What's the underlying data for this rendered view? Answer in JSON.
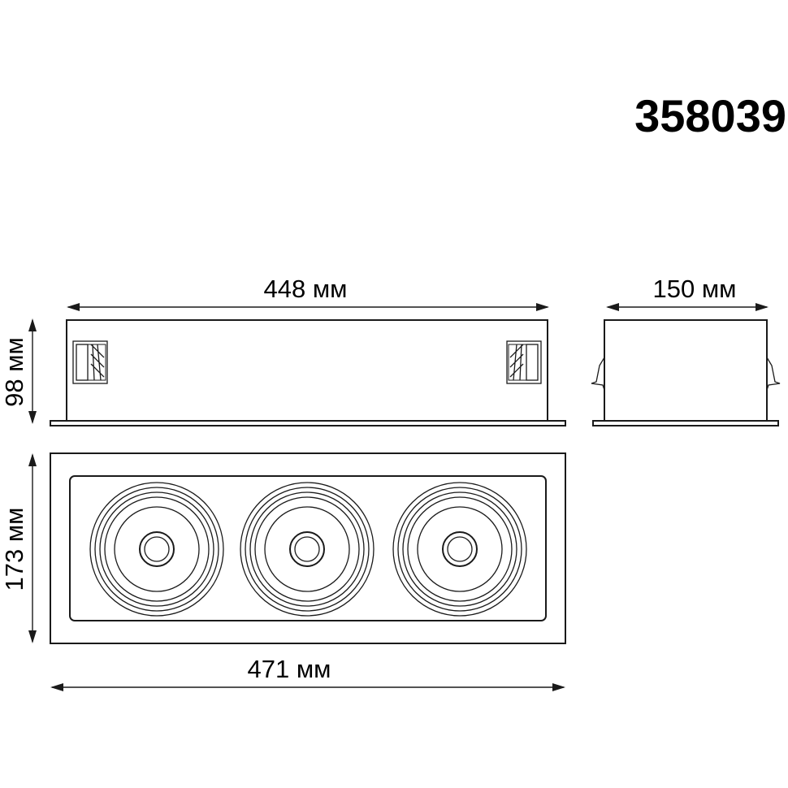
{
  "model_number": "358039",
  "dimensions": {
    "front_length": "448 мм",
    "side_width": "150 мм",
    "height": "98 мм",
    "frame_depth": "173 мм",
    "frame_length": "471 мм"
  },
  "lamp_count": 3
}
